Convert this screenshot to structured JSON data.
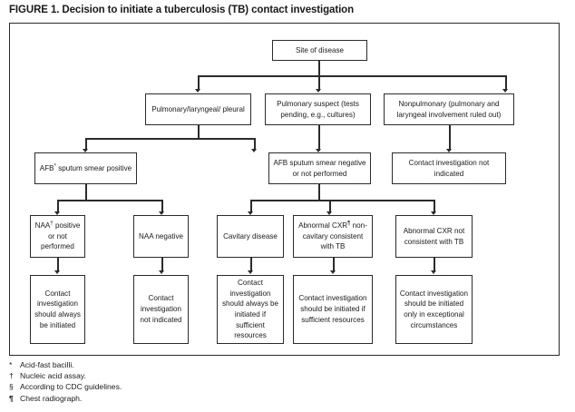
{
  "figure": {
    "title": "FIGURE 1. Decision to initiate a tuberculosis (TB) contact investigation"
  },
  "diagram": {
    "type": "flowchart",
    "root": {
      "id": "site-of-disease",
      "label": "Site of disease"
    },
    "level1": [
      {
        "id": "pulmonary-laryngeal-pleural",
        "label": "Pulmonary/laryngeal/ pleural"
      },
      {
        "id": "pulmonary-suspect",
        "label": "Pulmonary suspect (tests pending, e.g., cultures)"
      },
      {
        "id": "nonpulmonary",
        "label": "Nonpulmonary (pulmonary and laryngeal involvement ruled out)"
      }
    ],
    "level2": [
      {
        "id": "afb-smear-positive",
        "label_pre": "AFB",
        "footnote": "*",
        "label_post": " sputum smear positive"
      },
      {
        "id": "afb-smear-negative",
        "label": "AFB sputum smear negative or not performed"
      },
      {
        "id": "contact-not-indicated-nonpulm",
        "label": "Contact investigation not indicated"
      }
    ],
    "level3": [
      {
        "id": "naa-positive",
        "label_pre": "NAA",
        "footnote": "†",
        "label_post": " positive or not performed"
      },
      {
        "id": "naa-negative",
        "label": "NAA negative"
      },
      {
        "id": "cavitary-disease",
        "label": "Cavitary disease"
      },
      {
        "id": "abnormal-cxr-noncavitary",
        "label_pre": "Abnormal CXR",
        "footnote": "¶",
        "label_post": " non-cavitary consistent with TB"
      },
      {
        "id": "abnormal-cxr-not-consistent",
        "label": "Abnormal CXR not consistent with TB"
      }
    ],
    "level4": [
      {
        "id": "outcome-always-initiated",
        "label": "Contact investigation should always be initiated"
      },
      {
        "id": "outcome-not-indicated",
        "label": "Contact investigation not indicated"
      },
      {
        "id": "outcome-always-if-sufficient",
        "label": "Contact investigation should always be initiated if sufficient resources"
      },
      {
        "id": "outcome-initiated-if-sufficient",
        "label": "Contact investigation should be initiated if sufficient resources"
      },
      {
        "id": "outcome-exceptional",
        "label": "Contact investigation should be initiated only in exceptional circumstances"
      }
    ]
  },
  "footnotes": [
    {
      "symbol": "*",
      "text": "Acid-fast bacilli."
    },
    {
      "symbol": "†",
      "text": "Nucleic acid assay."
    },
    {
      "symbol": "§",
      "text": "According to CDC guidelines."
    },
    {
      "symbol": "¶",
      "text": "Chest radiograph."
    }
  ],
  "colors": {
    "line": "#2b2b2b",
    "background": "#ffffff",
    "text": "#1a1a1a"
  }
}
